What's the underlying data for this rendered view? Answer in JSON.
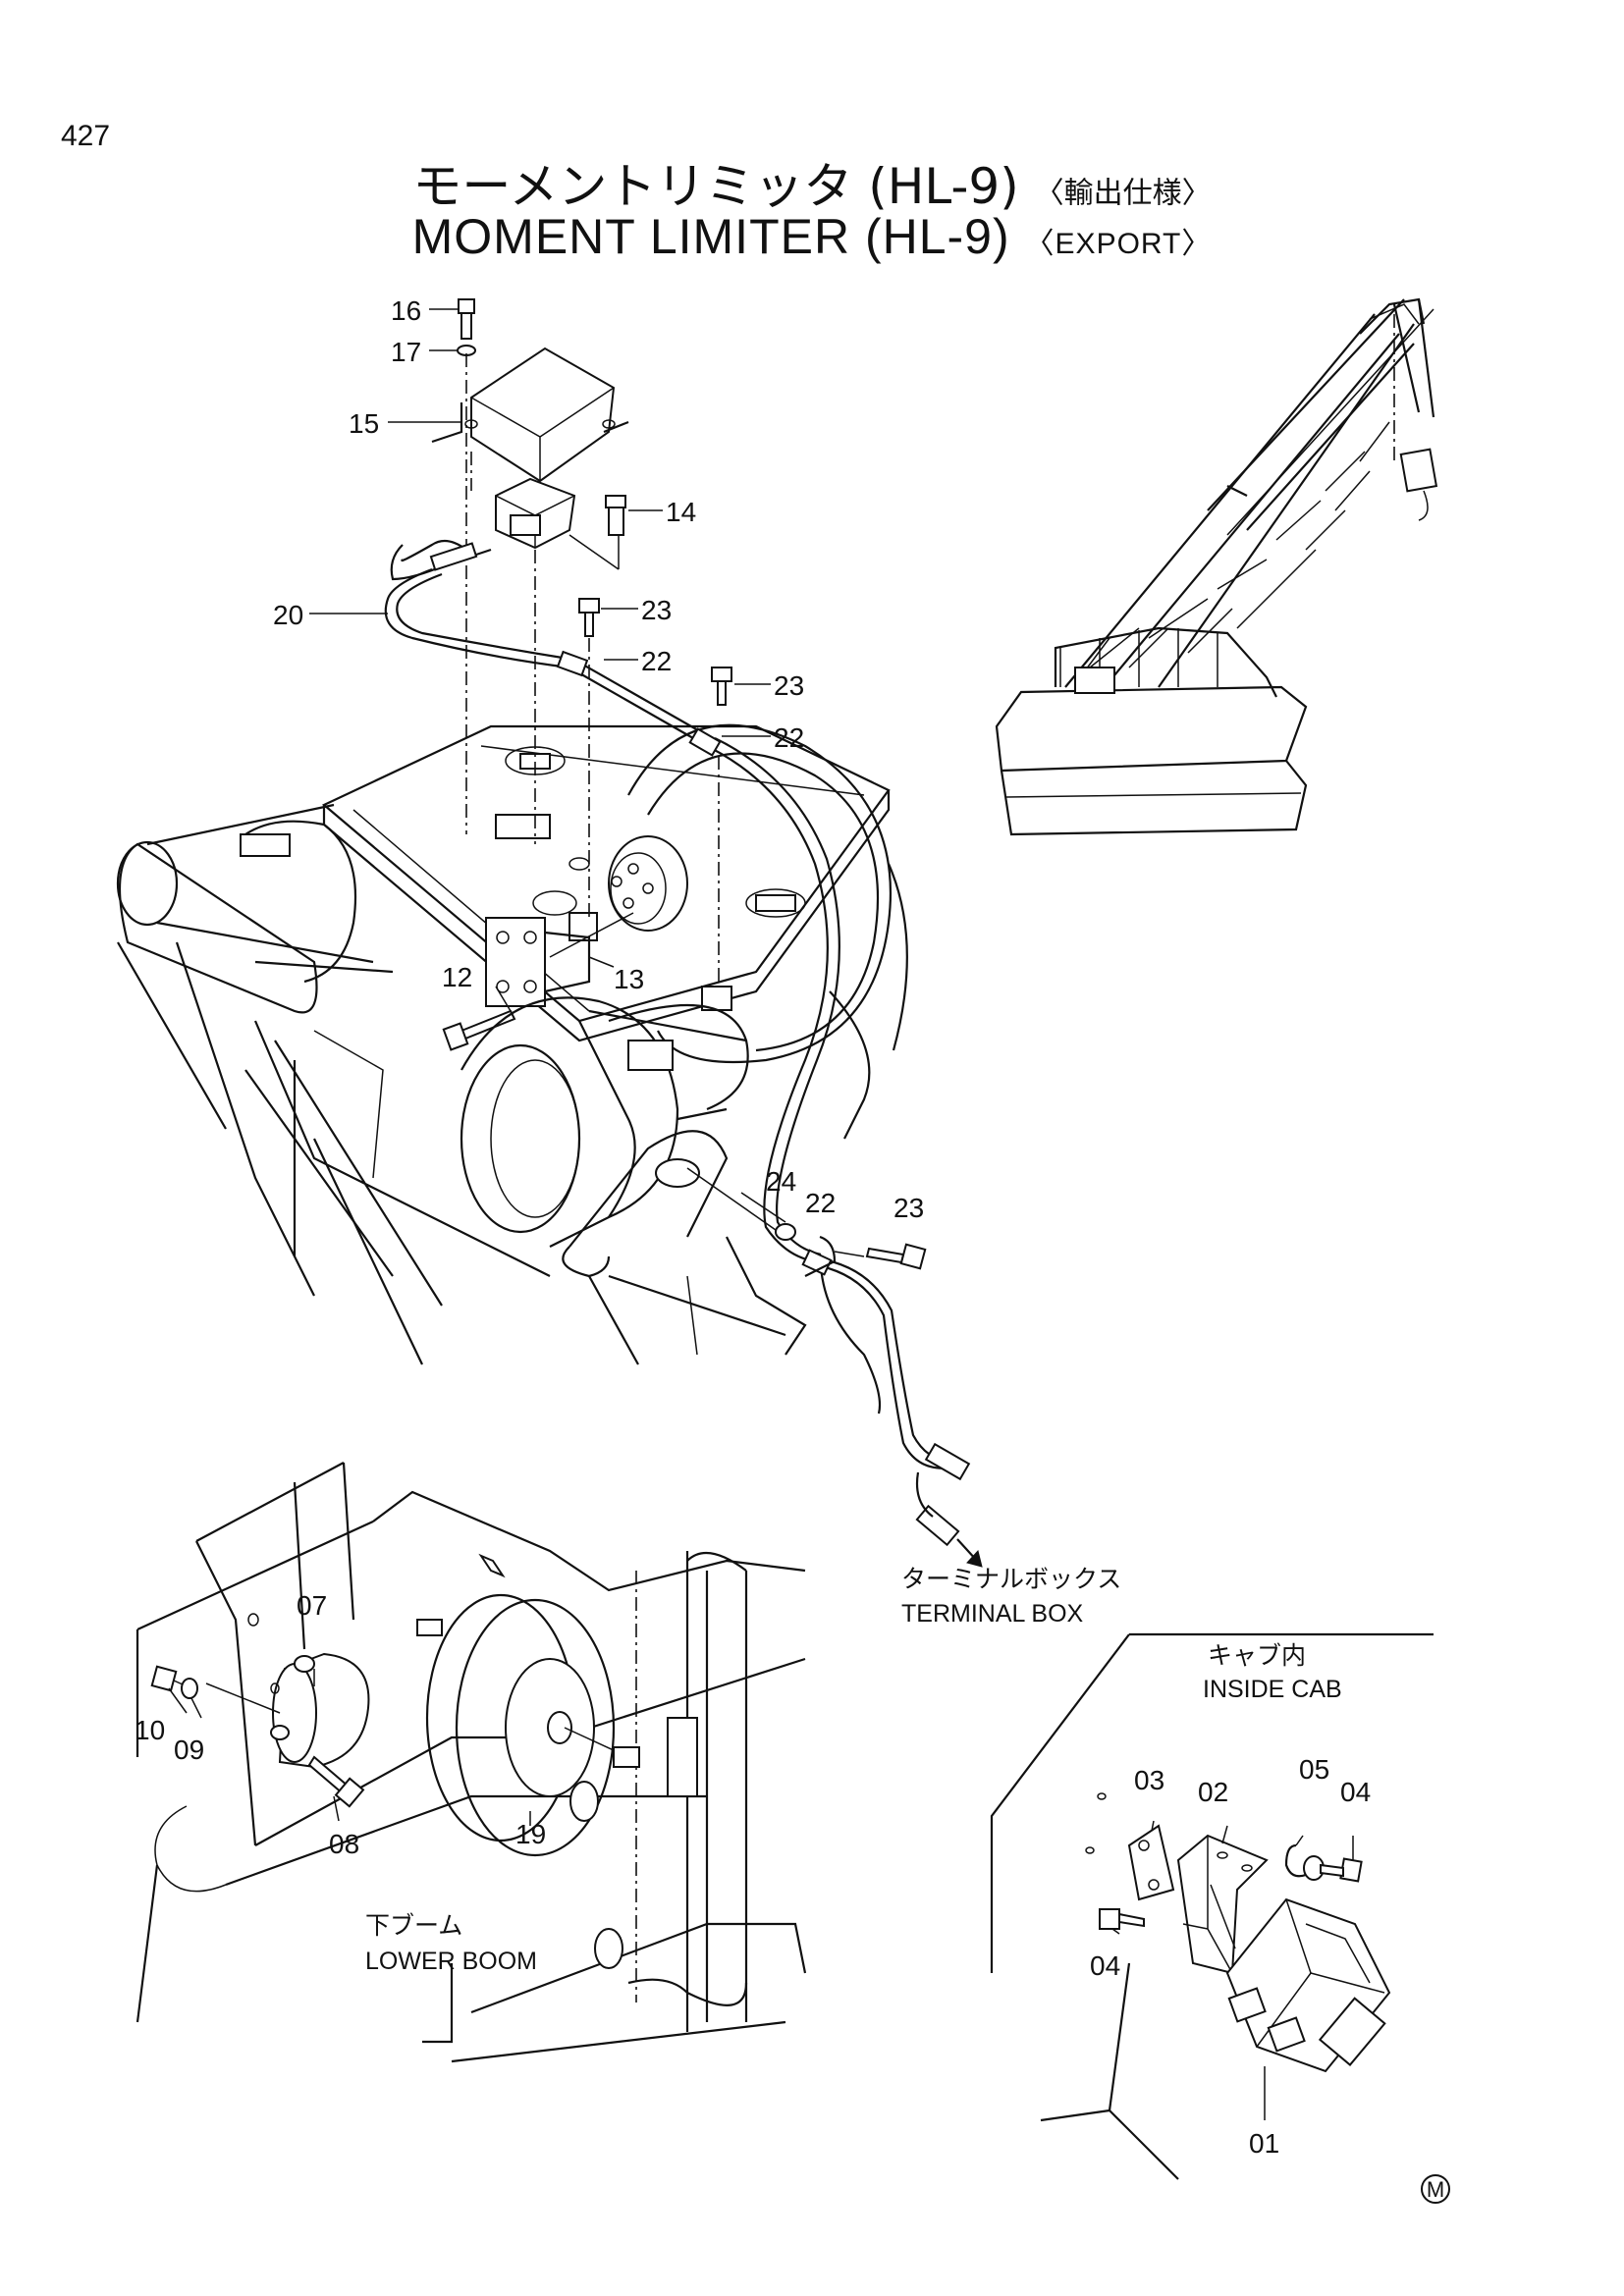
{
  "page_number": "427",
  "title_ja": "モーメントリミッタ (HL-9)",
  "title_ja_tag": "〈輸出仕様〉",
  "title_en": "MOMENT LIMITER (HL-9)",
  "title_en_tag": "〈EXPORT〉",
  "callouts": {
    "p16": "16",
    "p17": "17",
    "p15": "15",
    "p14": "14",
    "p20": "20",
    "p23a": "23",
    "p22a": "22",
    "p23b": "23",
    "p22b": "22",
    "p12": "12",
    "p13": "13",
    "p24": "24",
    "p22c": "22",
    "p23c": "23",
    "p07": "07",
    "p10": "10",
    "p09": "09",
    "p08": "08",
    "p19": "19",
    "p03": "03",
    "p02": "02",
    "p05": "05",
    "p04a": "04",
    "p04b": "04",
    "p01": "01"
  },
  "notes": {
    "terminal_box_ja": "ターミナルボックス",
    "terminal_box_en": "TERMINAL BOX",
    "inside_cab_ja": "キャブ内",
    "inside_cab_en": "INSIDE CAB",
    "lower_boom_ja": "下ブーム",
    "lower_boom_en": "LOWER BOOM"
  },
  "mark": "M"
}
